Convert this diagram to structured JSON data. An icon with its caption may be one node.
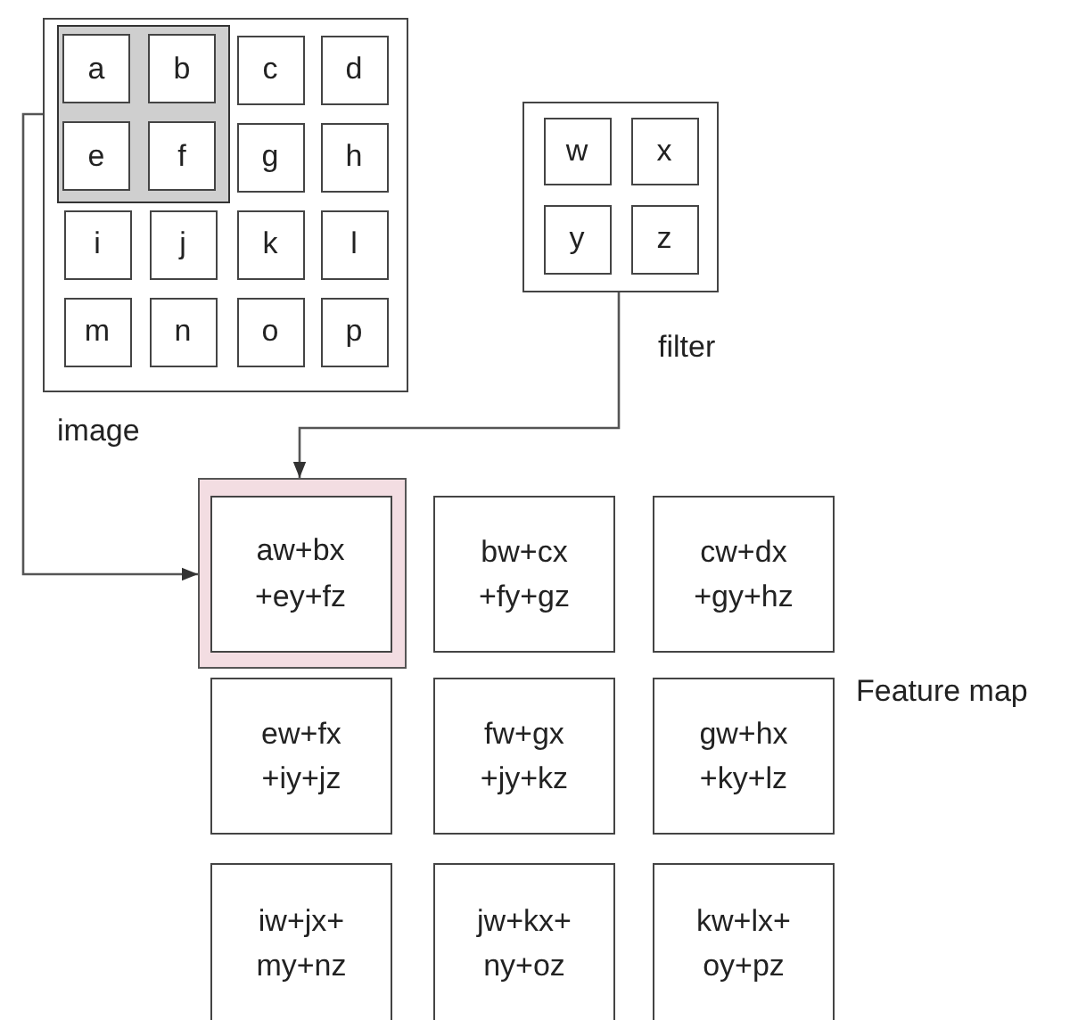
{
  "diagram": {
    "nodes": [
      {
        "text": [
          "image"
        ]
      },
      {
        "text": [],
        "shape": "box",
        "in": 0
      },
      {
        "text": [
          "a"
        ],
        "in": 1
      },
      {
        "text": [
          "b"
        ],
        "in": 1
      },
      {
        "text": [
          "e"
        ],
        "in": 1
      },
      {
        "text": [
          "f"
        ],
        "in": 1
      },
      {
        "text": [
          "c"
        ],
        "in": 0
      },
      {
        "text": [
          "d"
        ],
        "in": 0
      },
      {
        "text": [
          "g"
        ],
        "in": 0
      },
      {
        "text": [
          "h"
        ],
        "in": 0
      },
      {
        "text": [
          "i"
        ],
        "in": 0
      },
      {
        "text": [
          "j"
        ],
        "in": 0
      },
      {
        "text": [
          "k"
        ],
        "in": 0
      },
      {
        "text": [
          "l"
        ],
        "in": 0
      },
      {
        "text": [
          "m"
        ],
        "in": 0
      },
      {
        "text": [
          "n"
        ],
        "in": 0
      },
      {
        "text": [
          "o"
        ],
        "in": 0
      },
      {
        "text": [
          "p"
        ],
        "in": 0
      },
      {
        "text": [
          "filter"
        ]
      },
      {
        "text": [
          "w"
        ],
        "in": 18
      },
      {
        "text": [
          "x"
        ],
        "in": 18
      },
      {
        "text": [
          "y"
        ],
        "in": 18
      },
      {
        "text": [
          "z"
        ],
        "in": 18
      },
      {
        "text": [],
        "shape": "box"
      },
      {
        "text": [
          "aw+bx +ey+fz"
        ],
        "in": 23
      },
      {
        "text": [
          "bw+cx +fy+gz"
        ]
      },
      {
        "text": [
          "cw+dx +gy+hz"
        ]
      },
      {
        "text": [
          "ew+fx +iy+jz"
        ]
      },
      {
        "text": [
          "fw+gx +jy+kz"
        ]
      },
      {
        "text": [
          "gw+hx +ky+lz"
        ]
      },
      {
        "text": [
          "iw+jx+ my+nz"
        ]
      },
      {
        "text": [
          "jw+kx+ ny+oz"
        ]
      },
      {
        "text": [
          "kw+lx+ oy+pz"
        ]
      }
    ],
    "edges": [
      {
        "from": 1,
        "to": 23,
        "arrow": "to"
      },
      {
        "from": 18,
        "to": 23,
        "arrow": "to"
      }
    ],
    "labels": [
      "Feature map"
    ]
  }
}
